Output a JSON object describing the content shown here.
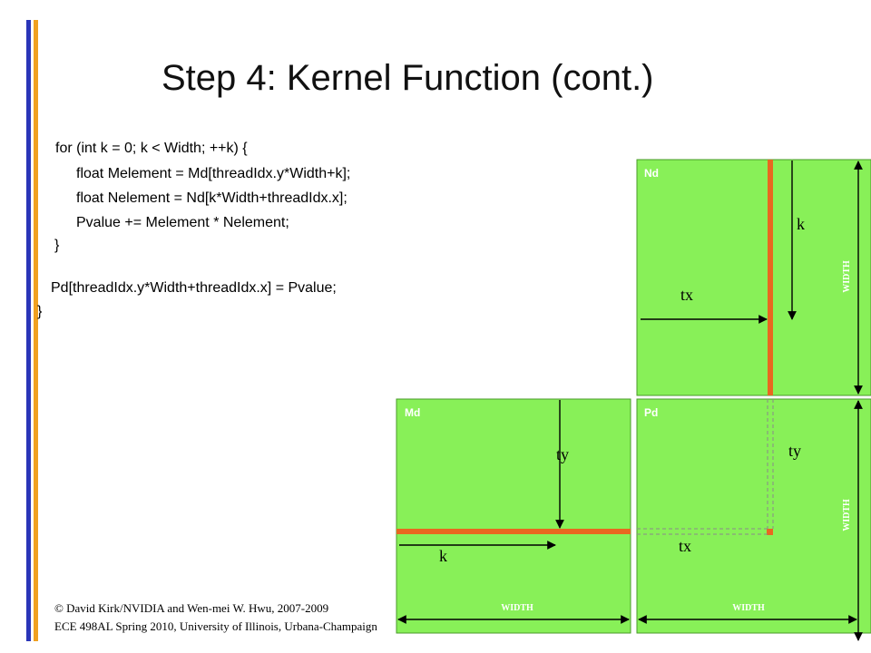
{
  "title": "Step 4: Kernel Function  (cont.)",
  "code": [
    "for (int k = 0; k < Width; ++k) {",
    "float Melement = Md[threadIdx.y*Width+k];",
    "float Nelement = Nd[k*Width+threadIdx.x];",
    "Pvalue += Melement * Nelement;",
    "}",
    "Pd[threadIdx.y*Width+threadIdx.x] = Pvalue;",
    "}"
  ],
  "footer": {
    "line1": "© David Kirk/NVIDIA and Wen-mei W. Hwu, 2007-2009",
    "line2": "ECE 498AL Spring 2010, University of Illinois, Urbana-Champaign"
  },
  "matrices": {
    "nd": {
      "name": "Nd",
      "k": "k",
      "tx": "tx",
      "width": "WIDTH"
    },
    "md": {
      "name": "Md",
      "ty": "ty",
      "k": "k",
      "width": "WIDTH"
    },
    "pd": {
      "name": "Pd",
      "ty": "ty",
      "tx": "tx",
      "width_bottom": "WIDTH",
      "width_side": "WIDTH"
    }
  },
  "colors": {
    "matrix_fill": "#88f058",
    "highlight": "#e86820",
    "accent_bar_blue": "#2a35b8",
    "accent_bar_orange": "#f0a020"
  }
}
